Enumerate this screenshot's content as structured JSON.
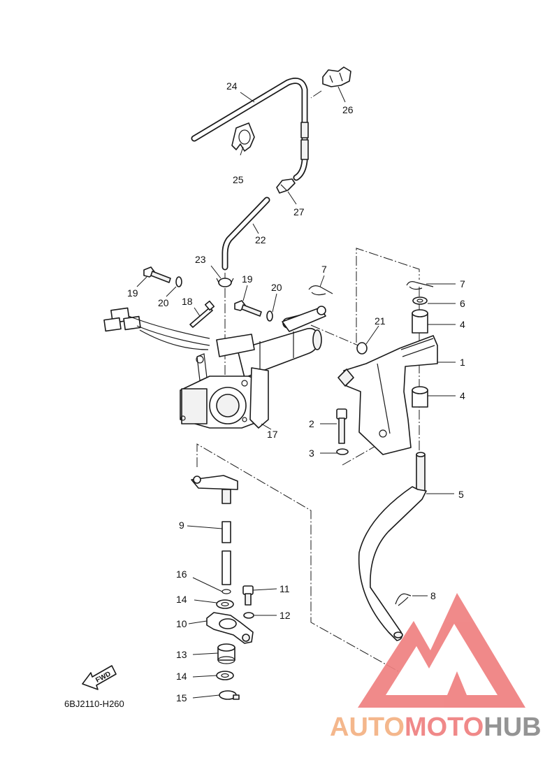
{
  "callouts": {
    "c1": "1",
    "c2": "2",
    "c3": "3",
    "c4a": "4",
    "c4b": "4",
    "c5": "5",
    "c6": "6",
    "c7a": "7",
    "c7b": "7",
    "c8": "8",
    "c9": "9",
    "c10": "10",
    "c11": "11",
    "c12": "12",
    "c13": "13",
    "c14a": "14",
    "c14b": "14",
    "c15": "15",
    "c16": "16",
    "c17": "17",
    "c18": "18",
    "c19a": "19",
    "c19b": "19",
    "c20a": "20",
    "c20b": "20",
    "c21": "21",
    "c22": "22",
    "c23": "23",
    "c24": "24",
    "c25": "25",
    "c26": "26",
    "c27": "27"
  },
  "diagram_code": "6BJ2110-H260",
  "fwd_label": "FWD",
  "watermark": {
    "part1": "AUTO",
    "part2": "MOTO",
    "part3": "HUB",
    "color_orange": "#f4b183",
    "color_red": "#ef8080",
    "color_gray": "#8c8c8c"
  }
}
